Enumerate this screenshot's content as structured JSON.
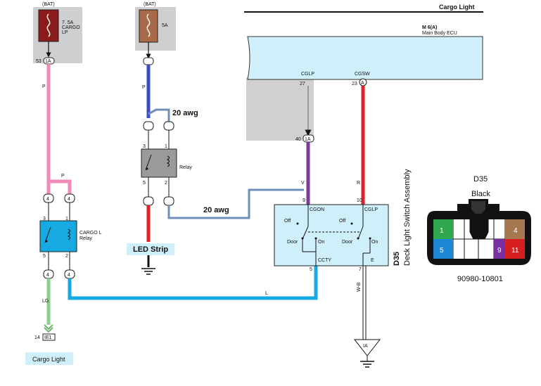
{
  "header": {
    "title": "Cargo Light"
  },
  "ecu": {
    "id": "M 6(A)",
    "name": "Main Body ECU",
    "pin_cglp_label": "CGLP",
    "pin_cglp_num": "27",
    "pin_cgsw_label": "CGSW",
    "pin_cgsw_num": "23",
    "pin_cgsw_conn": "A",
    "pin40_num": "40",
    "pin40_conn": "1A"
  },
  "fuse1": {
    "source": "(BAT)",
    "rating": "7. 5A",
    "name1": "CARGO",
    "name2": "LP",
    "pin_num": "53",
    "pin_conn": "1A",
    "wire": "P"
  },
  "fuse2": {
    "source": "(BAT)",
    "rating": "5A",
    "wire": "P"
  },
  "awg_top": "20 awg",
  "awg_mid": "20 awg",
  "relay2": {
    "label": "Relay",
    "p3": "3",
    "p1": "1",
    "p5": "5",
    "p2": "2"
  },
  "relay1": {
    "label1": "CARGO L",
    "label2": "Relay",
    "p3": "3",
    "p1": "1",
    "p5": "5",
    "p2": "2",
    "conn": "4",
    "jumper_wire": "P"
  },
  "led_strip": "LED Strip",
  "cargo_light": {
    "label": "Cargo Light",
    "pin_num": "14",
    "pin_conn": "IE1",
    "wire": "LG"
  },
  "switch": {
    "id": "D35",
    "name": "Deck Light Switch Assembly",
    "cgon": "CGON",
    "cglp": "CGLP",
    "cgon_pin": "9",
    "cglp_pin": "10",
    "off1": "Off",
    "off2": "Off",
    "door1": "Door",
    "door2": "Door",
    "on1": "On",
    "on2": "On",
    "ccty": "CCTY",
    "e": "E",
    "ccty_pin": "5",
    "e_pin": "7",
    "wire_v": "V",
    "wire_r": "R",
    "wire_l": "L",
    "wire_wb": "W-B",
    "ground_id": "IA"
  },
  "connector": {
    "id": "D35",
    "color": "Black",
    "part": "90980-10801",
    "pins": [
      "1",
      "4",
      "5",
      "9",
      "11"
    ],
    "pin_colors": [
      "#2fa84f",
      "#a57850",
      "#1e88d6",
      "#7a2fa0",
      "#d61e1e"
    ]
  },
  "colors": {
    "pink": "#f08ab8",
    "blue": "#3a4fc4",
    "red": "#e2202a",
    "violet": "#7a3c9a",
    "lightblue": "#17a9e1",
    "green": "#8ccf8c",
    "steel": "#6f8fb8",
    "gray": "#888888",
    "ecu_fill": "#cfeffa",
    "fuse_bg": "#cfcfcf",
    "fuse1_fill": "#8b1a1a",
    "fuse2_fill": "#a86a48"
  }
}
